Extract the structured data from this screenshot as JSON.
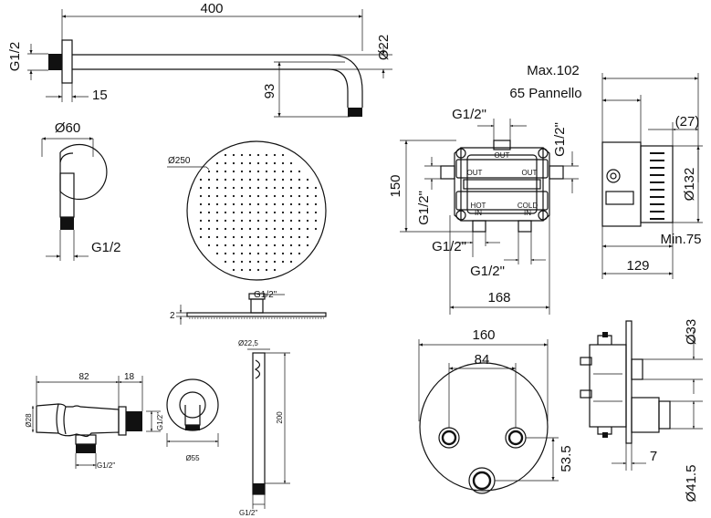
{
  "shower_arm": {
    "length": "400",
    "diameter": "Ø22",
    "thread": "G1/2",
    "wall_offset": "15",
    "drop": "93"
  },
  "wall_flange": {
    "diameter": "Ø60",
    "thread": "G1/2"
  },
  "shower_head": {
    "diameter": "Ø250",
    "thickness": "2",
    "thread": "G1/2\""
  },
  "outlet_elbow": {
    "length": "82",
    "cap": "18",
    "diameter": "Ø28",
    "thread_side": "G1/2\"",
    "thread_bottom": "G1/2\""
  },
  "wall_outlet": {
    "diameter": "Ø55"
  },
  "hand_shower": {
    "diameter": "Ø22,5",
    "length": "200",
    "thread": "G1/2\""
  },
  "mixer_body": {
    "max_depth": "Max.102",
    "panel": "65 Pannello",
    "cap": "(27)",
    "thread_top": "G1/2\"",
    "thread_right": "G1/2\"",
    "thread_left": "G1/2\"",
    "thread_bottom_left": "G1/2\"",
    "thread_bottom_right": "G1/2\"",
    "height": "150",
    "width": "168",
    "diameter": "Ø132",
    "min_depth": "Min.75",
    "depth": "129",
    "labels": [
      "OUT",
      "OUT",
      "OUT",
      "HOT",
      "COLD",
      "IN",
      "IN"
    ]
  },
  "faceplate": {
    "diameter": "160",
    "spacing": "84",
    "offset": "53.5",
    "knob_diameter": "Ø33",
    "depth": "7",
    "escutcheon_diameter": "Ø41.5"
  }
}
